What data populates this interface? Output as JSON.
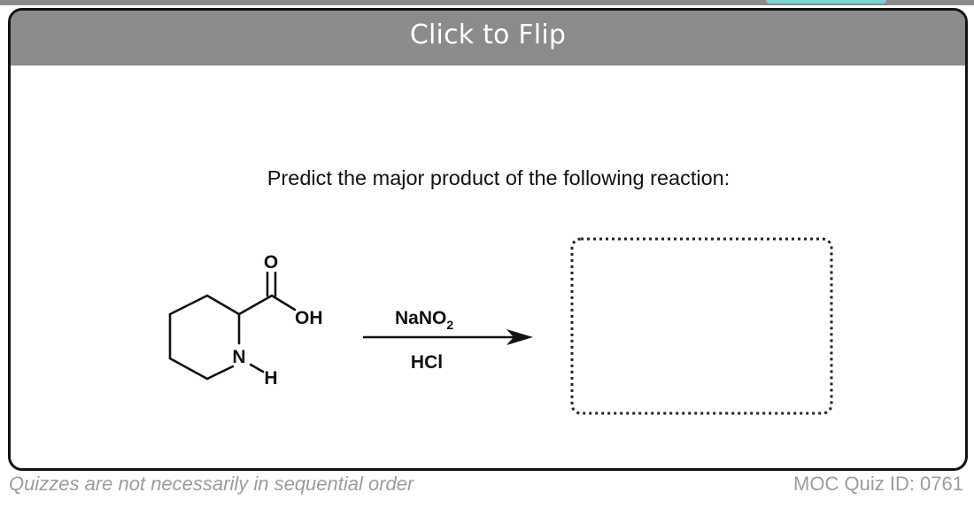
{
  "flip_label": "Click to Flip",
  "question": "Predict the major product of the following reaction:",
  "reactant": {
    "name": "piperidine-2-carboxylic-acid",
    "carbonyl_o_label": "O",
    "hydroxyl_label": "OH",
    "nitrogen_label": "N",
    "nh_hydrogen_label": "H"
  },
  "reagents": {
    "above_arrow_base": "NaNO",
    "above_arrow_subscript": "2",
    "below_arrow": "HCl"
  },
  "answer_box": {
    "style": "dotted-placeholder"
  },
  "footer": {
    "left_note": "Quizzes are not necessarily in sequential order",
    "quiz_id": "MOC Quiz ID: 0761"
  },
  "colors": {
    "flip_bar": "#8b8b8b",
    "accent": "#7fcfd6",
    "footer_text": "#9c9c9c"
  }
}
